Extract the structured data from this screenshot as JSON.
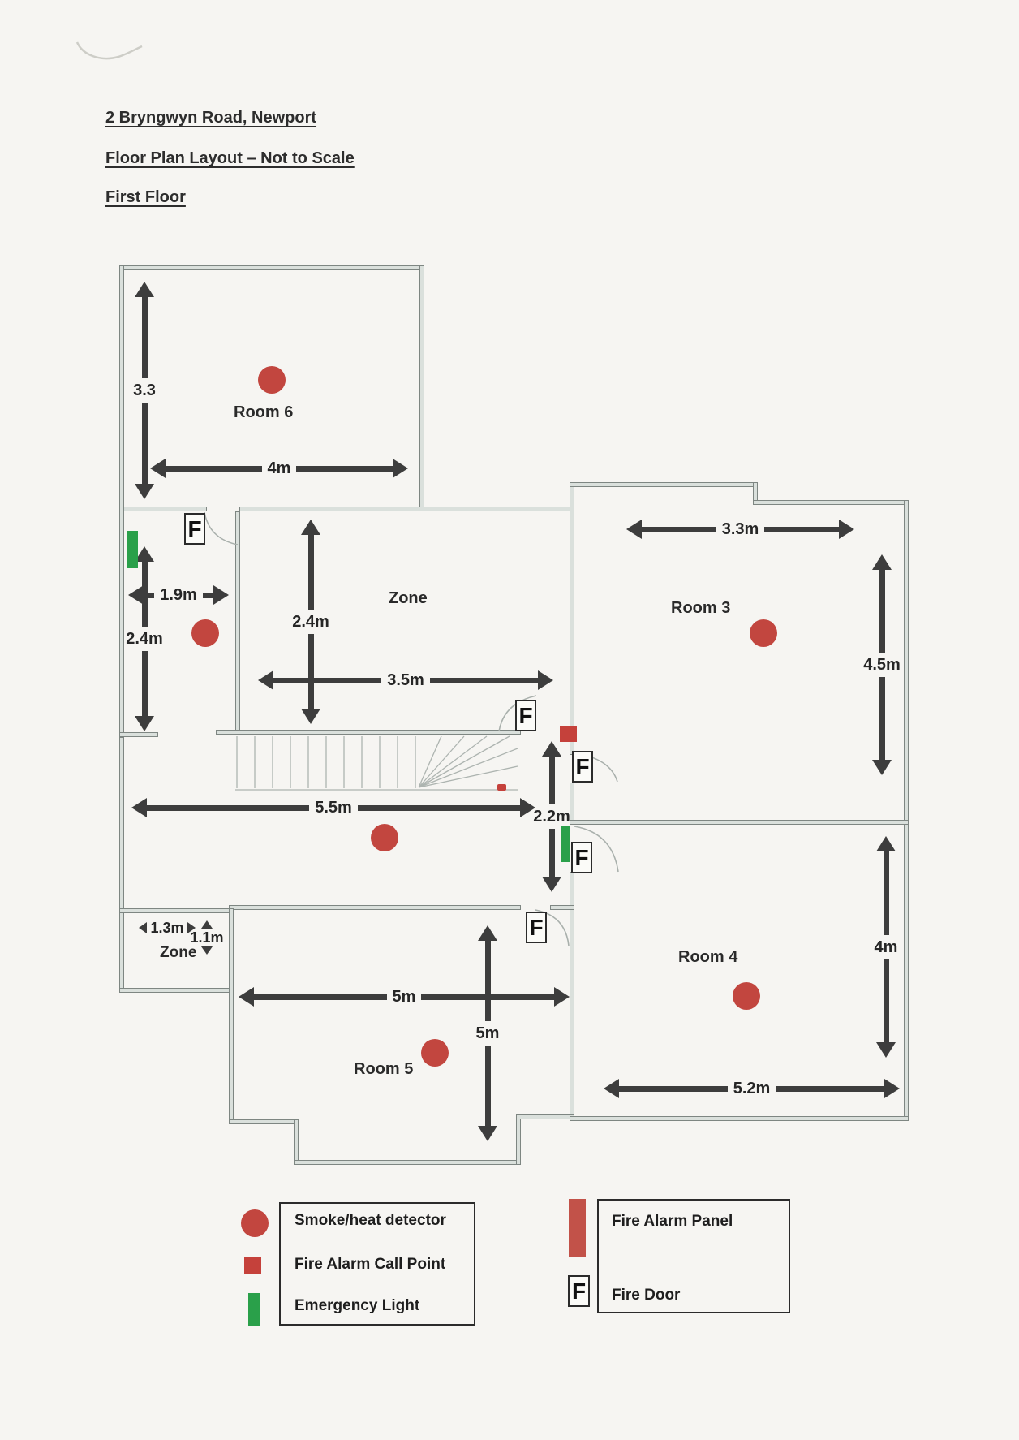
{
  "header": {
    "address": "2 Bryngwyn Road, Newport",
    "subtitle": "Floor Plan Layout – Not to Scale",
    "floor": "First Floor"
  },
  "plan": {
    "room_labels": {
      "room6": "Room 6",
      "zone": "Zone",
      "room3": "Room 3",
      "room4": "Room 4",
      "room5": "Room 5",
      "zone_small": "Zone"
    },
    "dimensions": {
      "room6_height": "3.3",
      "room6_width": "4m",
      "hall_width": "1.9m",
      "hall_height": "2.4m",
      "zone_height": "2.4m",
      "zone_width": "3.5m",
      "room3_width": "3.3m",
      "room3_height": "4.5m",
      "landing_width": "5.5m",
      "landing_height": "2.2m",
      "room4_height": "4m",
      "room4_width": "5.2m",
      "room5_width": "5m",
      "room5_height": "5m",
      "zone_small_width": "1.3m",
      "zone_small_height": "1.1m"
    },
    "fire_door_symbol": "F"
  },
  "legend": {
    "smoke_heat": "Smoke/heat detector",
    "call_point": "Fire Alarm Call Point",
    "emergency_light": "Emergency Light",
    "fire_alarm_panel": "Fire Alarm Panel",
    "fire_door": "Fire Door",
    "fire_door_symbol": "F"
  },
  "colors": {
    "detector": "#c2463f",
    "call_point": "#c5413b",
    "emergency": "#2aa04a",
    "panel": "#c25249",
    "arrow": "#3d3d3d",
    "wall_fill": "#dae0dc",
    "wall_edge": "#7e8682"
  }
}
